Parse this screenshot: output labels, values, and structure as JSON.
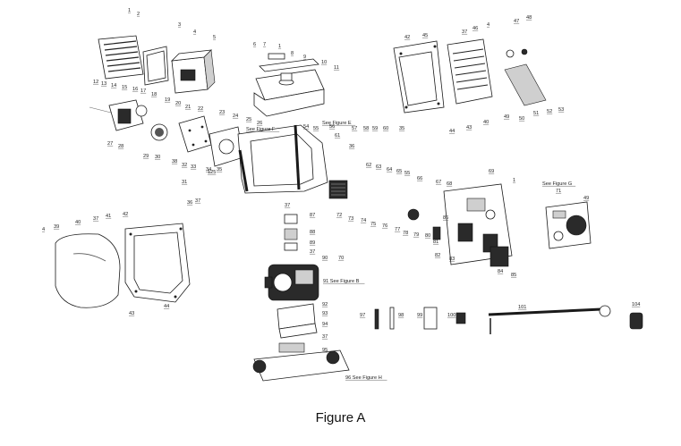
{
  "caption": "Figure A",
  "callouts": [
    {
      "id": "1a",
      "text": "1"
    },
    {
      "id": "2",
      "text": "2"
    },
    {
      "id": "3",
      "text": "3"
    },
    {
      "id": "4a",
      "text": "4"
    },
    {
      "id": "5",
      "text": "5"
    },
    {
      "id": "6",
      "text": "6"
    },
    {
      "id": "7",
      "text": "7"
    },
    {
      "id": "1b",
      "text": "1"
    },
    {
      "id": "8",
      "text": "8"
    },
    {
      "id": "9",
      "text": "9"
    },
    {
      "id": "10",
      "text": "10"
    },
    {
      "id": "11",
      "text": "11"
    },
    {
      "id": "12",
      "text": "12"
    },
    {
      "id": "13",
      "text": "13"
    },
    {
      "id": "14",
      "text": "14"
    },
    {
      "id": "15",
      "text": "15"
    },
    {
      "id": "16",
      "text": "16"
    },
    {
      "id": "17",
      "text": "17"
    },
    {
      "id": "18",
      "text": "18"
    },
    {
      "id": "19",
      "text": "19"
    },
    {
      "id": "20",
      "text": "20"
    },
    {
      "id": "21",
      "text": "21"
    },
    {
      "id": "22",
      "text": "22"
    },
    {
      "id": "23",
      "text": "23"
    },
    {
      "id": "24",
      "text": "24"
    },
    {
      "id": "25",
      "text": "25"
    },
    {
      "id": "26",
      "text": "26"
    },
    {
      "id": "27",
      "text": "27"
    },
    {
      "id": "28",
      "text": "28"
    },
    {
      "id": "29",
      "text": "29"
    },
    {
      "id": "30",
      "text": "30"
    },
    {
      "id": "31",
      "text": "31"
    },
    {
      "id": "32",
      "text": "32"
    },
    {
      "id": "33",
      "text": "33"
    },
    {
      "id": "34",
      "text": "34"
    },
    {
      "id": "35",
      "text": "35"
    },
    {
      "id": "36",
      "text": "36"
    },
    {
      "id": "37a",
      "text": "37"
    },
    {
      "id": "38",
      "text": "38"
    },
    {
      "id": "seeE",
      "text": "See Figure E"
    },
    {
      "id": "seeF",
      "text": "See Figure F"
    },
    {
      "id": "54",
      "text": "54"
    },
    {
      "id": "55a",
      "text": "55"
    },
    {
      "id": "56",
      "text": "56"
    },
    {
      "id": "57",
      "text": "57"
    },
    {
      "id": "58",
      "text": "58"
    },
    {
      "id": "59",
      "text": "59"
    },
    {
      "id": "60",
      "text": "60"
    },
    {
      "id": "35b",
      "text": "35"
    },
    {
      "id": "36b",
      "text": "36"
    },
    {
      "id": "62",
      "text": "62"
    },
    {
      "id": "63",
      "text": "63"
    },
    {
      "id": "64",
      "text": "64"
    },
    {
      "id": "65",
      "text": "65"
    },
    {
      "id": "55b",
      "text": "55"
    },
    {
      "id": "66",
      "text": "66"
    },
    {
      "id": "67",
      "text": "67"
    },
    {
      "id": "68",
      "text": "68"
    },
    {
      "id": "69",
      "text": "69"
    },
    {
      "id": "1c",
      "text": "1"
    },
    {
      "id": "seeG",
      "text": "See Figure G"
    },
    {
      "id": "71",
      "text": "71"
    },
    {
      "id": "49b",
      "text": "49"
    },
    {
      "id": "42a",
      "text": "42"
    },
    {
      "id": "45",
      "text": "45"
    },
    {
      "id": "37b",
      "text": "37"
    },
    {
      "id": "46",
      "text": "46"
    },
    {
      "id": "4b",
      "text": "4"
    },
    {
      "id": "47",
      "text": "47"
    },
    {
      "id": "48",
      "text": "48"
    },
    {
      "id": "49a",
      "text": "49"
    },
    {
      "id": "50",
      "text": "50"
    },
    {
      "id": "51",
      "text": "51"
    },
    {
      "id": "52",
      "text": "52"
    },
    {
      "id": "53",
      "text": "53"
    },
    {
      "id": "40a",
      "text": "40"
    },
    {
      "id": "43a",
      "text": "43"
    },
    {
      "id": "44a",
      "text": "44"
    },
    {
      "id": "4c",
      "text": "4"
    },
    {
      "id": "39",
      "text": "39"
    },
    {
      "id": "40b",
      "text": "40"
    },
    {
      "id": "37c",
      "text": "37"
    },
    {
      "id": "41",
      "text": "41"
    },
    {
      "id": "42b",
      "text": "42"
    },
    {
      "id": "43b",
      "text": "43"
    },
    {
      "id": "44b",
      "text": "44"
    },
    {
      "id": "37d",
      "text": "37"
    },
    {
      "id": "87",
      "text": "87"
    },
    {
      "id": "88",
      "text": "88"
    },
    {
      "id": "89",
      "text": "89"
    },
    {
      "id": "37e",
      "text": "37"
    },
    {
      "id": "90",
      "text": "90"
    },
    {
      "id": "70",
      "text": "70"
    },
    {
      "id": "91",
      "text": "91 See Figure B"
    },
    {
      "id": "72",
      "text": "72"
    },
    {
      "id": "73",
      "text": "73"
    },
    {
      "id": "74",
      "text": "74"
    },
    {
      "id": "75",
      "text": "75"
    },
    {
      "id": "76",
      "text": "76"
    },
    {
      "id": "77",
      "text": "77"
    },
    {
      "id": "78",
      "text": "78"
    },
    {
      "id": "79",
      "text": "79"
    },
    {
      "id": "80",
      "text": "80"
    },
    {
      "id": "81",
      "text": "81"
    },
    {
      "id": "82",
      "text": "82"
    },
    {
      "id": "83",
      "text": "83"
    },
    {
      "id": "84",
      "text": "84"
    },
    {
      "id": "85",
      "text": "85"
    },
    {
      "id": "86",
      "text": "86"
    },
    {
      "id": "92",
      "text": "92"
    },
    {
      "id": "93",
      "text": "93"
    },
    {
      "id": "94",
      "text": "94"
    },
    {
      "id": "37f",
      "text": "37"
    },
    {
      "id": "95",
      "text": "95"
    },
    {
      "id": "96",
      "text": "96 See Figure H"
    },
    {
      "id": "97",
      "text": "97"
    },
    {
      "id": "98",
      "text": "98"
    },
    {
      "id": "99",
      "text": "99"
    },
    {
      "id": "100",
      "text": "100"
    },
    {
      "id": "101",
      "text": "101"
    },
    {
      "id": "104",
      "text": "104"
    },
    {
      "id": "61",
      "text": "61"
    },
    {
      "id": "125",
      "text": "125"
    }
  ]
}
